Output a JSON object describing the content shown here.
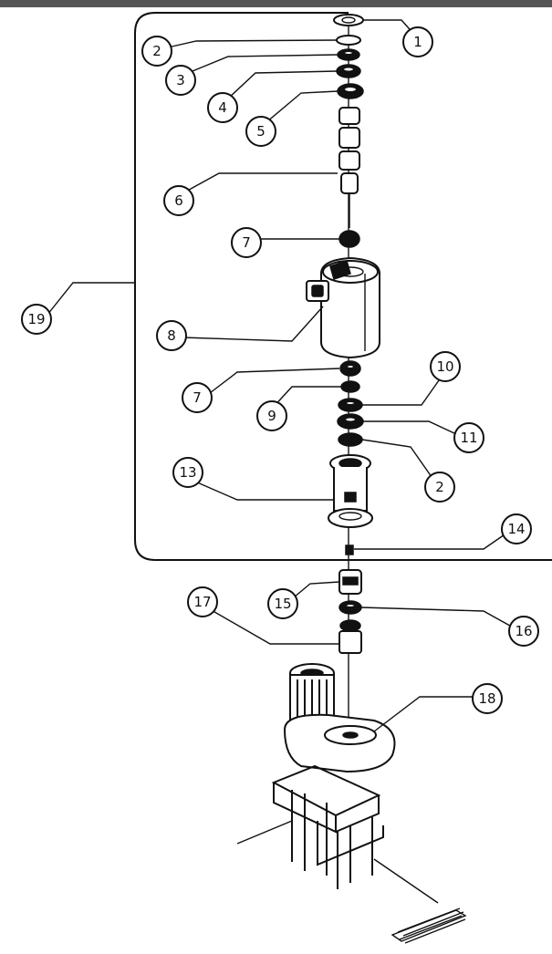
{
  "callouts": [
    {
      "id": "c1",
      "label": "1"
    },
    {
      "id": "c2a",
      "label": "2"
    },
    {
      "id": "c3",
      "label": "3"
    },
    {
      "id": "c4",
      "label": "4"
    },
    {
      "id": "c5",
      "label": "5"
    },
    {
      "id": "c6",
      "label": "6"
    },
    {
      "id": "c7a",
      "label": "7"
    },
    {
      "id": "c8",
      "label": "8"
    },
    {
      "id": "c7b",
      "label": "7"
    },
    {
      "id": "c9",
      "label": "9"
    },
    {
      "id": "c10",
      "label": "10"
    },
    {
      "id": "c11",
      "label": "11"
    },
    {
      "id": "c2b",
      "label": "2"
    },
    {
      "id": "c13",
      "label": "13"
    },
    {
      "id": "c14",
      "label": "14"
    },
    {
      "id": "c15",
      "label": "15"
    },
    {
      "id": "c16",
      "label": "16"
    },
    {
      "id": "c17",
      "label": "17"
    },
    {
      "id": "c18",
      "label": "18"
    },
    {
      "id": "c19",
      "label": "19"
    }
  ]
}
